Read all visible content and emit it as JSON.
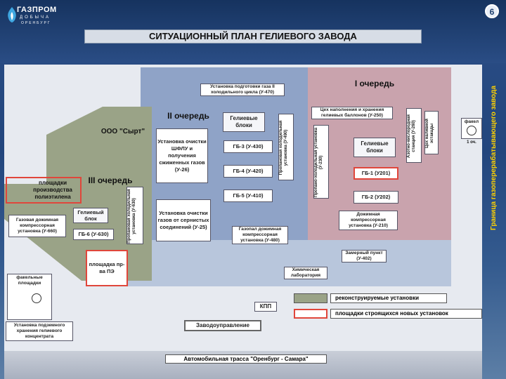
{
  "header": {
    "logo_text": "ГАЗПРОМ",
    "logo_sub": "ДОБЫЧА",
    "logo_sub2": "ОРЕНБУРГ",
    "page_number": "6",
    "title": "СИТУАЦИОННЫЙ ПЛАН ГЕЛИЕВОГО ЗАВОДА",
    "side_label": "Граница газоперерабатывающего завода"
  },
  "zones": {
    "queue1": "I очередь",
    "queue2": "II очередь",
    "queue3": "III очередь",
    "ooo_syrt": "ООО \"Сырт\"",
    "polyethylene": "площадки производства полиэтилена"
  },
  "boxes": {
    "u470": "Установка подготовки газа II холодильного цикла (У-470)",
    "u250": "Цех наполнения и хранения гелиевых баллонов (У-250)",
    "helium_blocks_2": "Гелиевые блоки",
    "shflu": "Установка очистки ШФЛУ и получения сжиженных газов (У-26)",
    "gb3": "ГБ-3 (У-430)",
    "gb4": "ГБ-4 (У-420)",
    "gb5": "ГБ-5 (У-410)",
    "propane_490": "Пропановая холодильная установка (У-490)",
    "propane_230": "Пропано-холодильная установка (У-230)",
    "helium_blocks_1": "Гелиевые блоки",
    "gb1": "ГБ-1 (У201)",
    "gb2": "ГБ-2 (У202)",
    "nitrogen_station": "Азотно-кислородная станция (У-260)",
    "bulk_storage": "Цех наливной эстакады",
    "flare": "факел",
    "flare_sub": "1 оч.",
    "sulfur_cleaning": "Установка очистки газов от сернистых соединений (У-25)",
    "gas_booster_480": "Газопал дожимная компрессорная установка (У-480)",
    "booster_210": "Дожимная компрессорная установка (У-210)",
    "helium_block_3": "Гелиевый блок",
    "gb6": "ГБ-6 (У-630)",
    "propane_3": "Пропановая холодильная установка (У-630)",
    "booster_660": "Газовая дожимная компрессорная установка (У-660)",
    "pe_site": "площадка пр-ва ПЭ",
    "flare_sites": "факельные площадки",
    "shutoff": "Замерный пункт (У-402)",
    "chem_lab": "Химическая лаборатория",
    "kpp": "КПП",
    "admin": "Заводоуправление",
    "underground": "Установка подземного хранения гелиевого концентрата"
  },
  "legend": {
    "reconstructed": "реконструируемые установки",
    "new_sites": "площадки строящихся новых установок",
    "reconstructed_color": "#9aa387",
    "new_color": "#e0463b"
  },
  "road": {
    "label": "Автомобильная трасса \"Оренбург - Самара\""
  }
}
